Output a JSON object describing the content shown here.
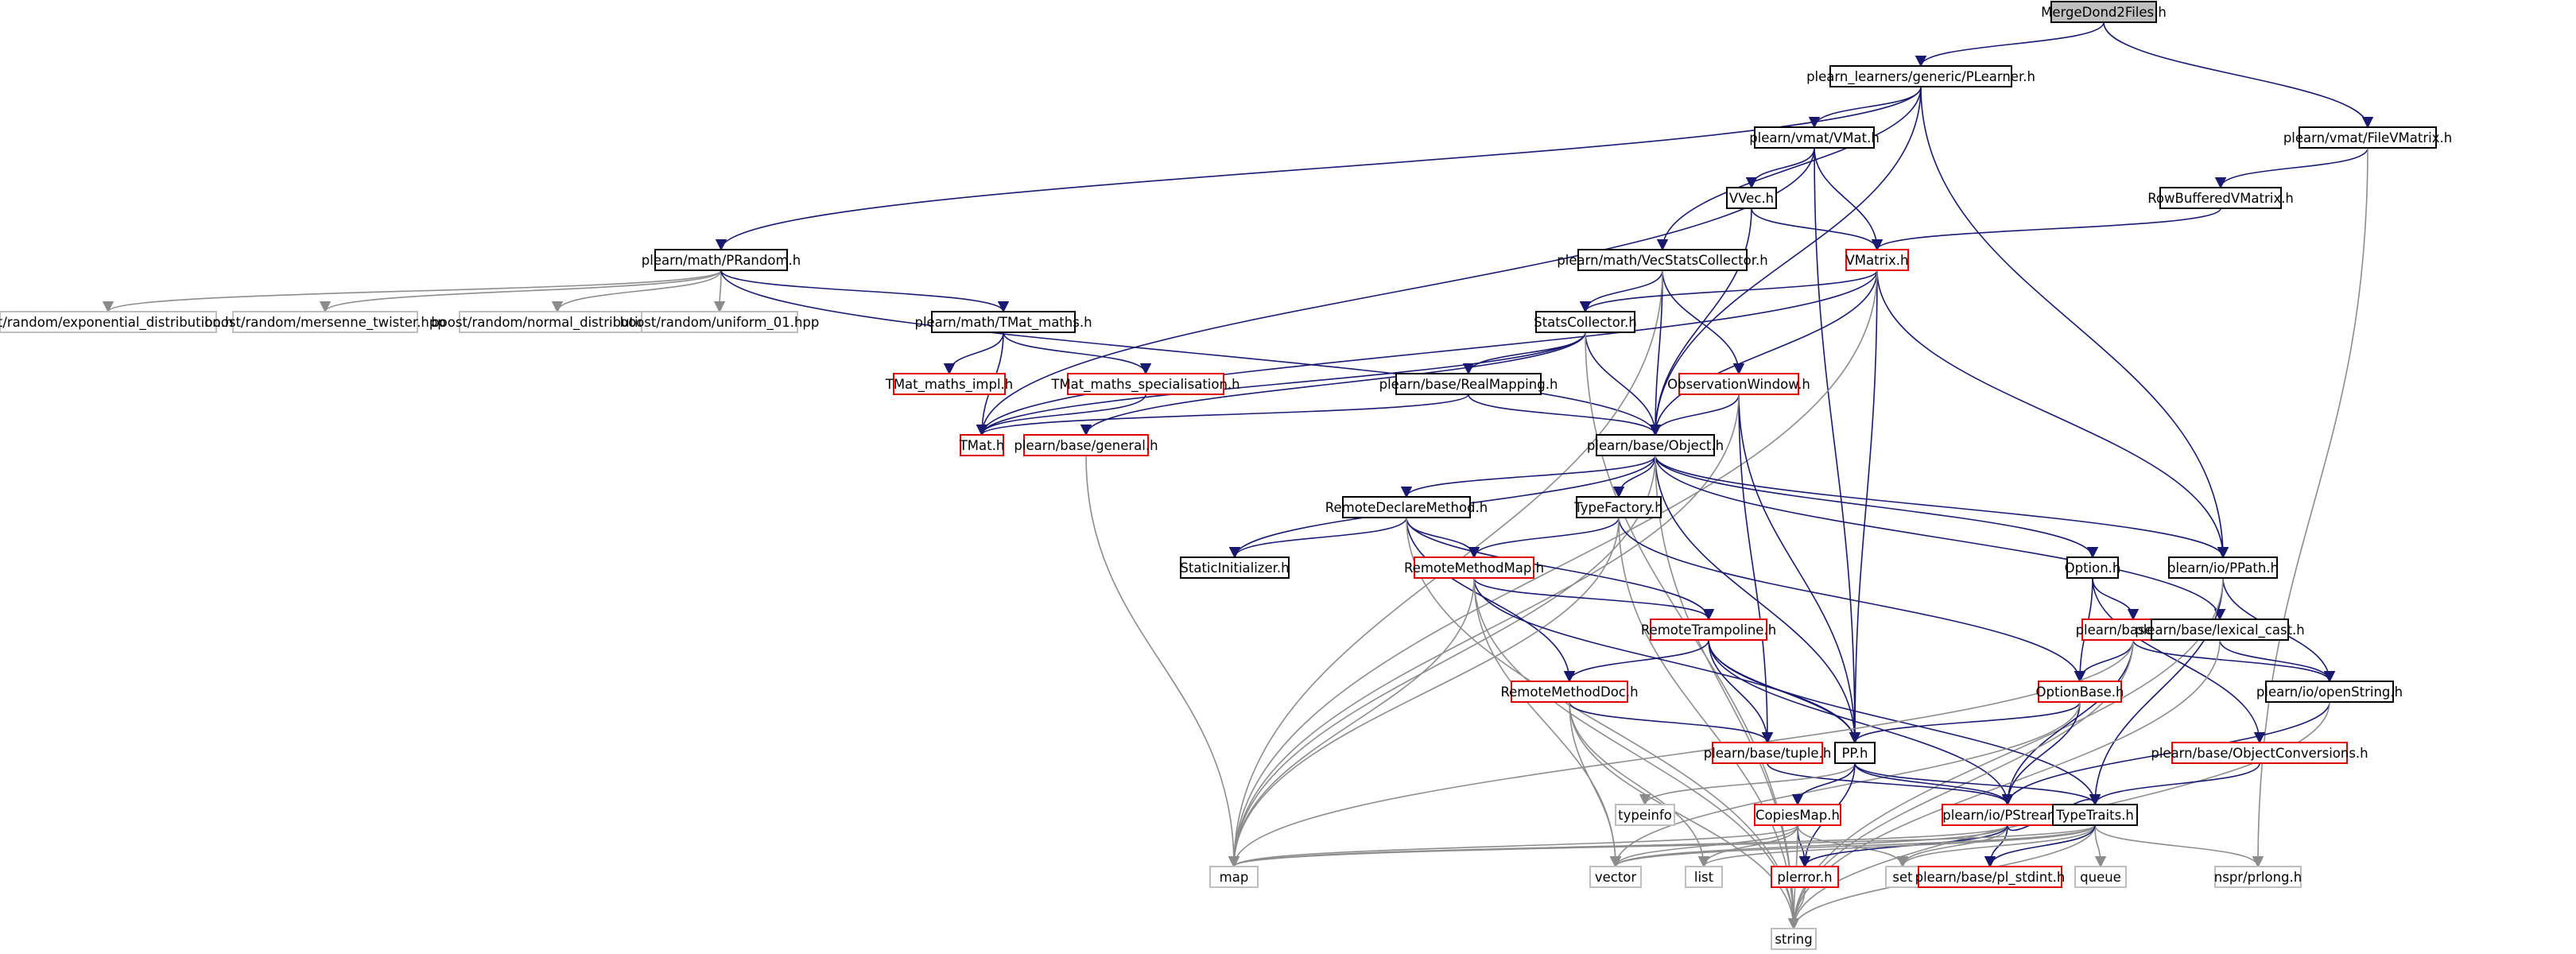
{
  "graph": {
    "colors": {
      "edge": "#191970",
      "edge_std": "#8c8c8c",
      "border_normal": "#000000",
      "border_truncated": "#e00000",
      "border_system": "#bfbfbf",
      "fill_root": "#bfbfbf",
      "fill_default": "#ffffff"
    },
    "nodes": [
      {
        "id": "root",
        "label": "MergeDond2Files.h",
        "kind": "root"
      },
      {
        "id": "plearner",
        "label": "plearn_learners/generic/PLearner.h",
        "kind": "normal"
      },
      {
        "id": "filevmatrix",
        "label": "plearn/vmat/FileVMatrix.h",
        "kind": "normal"
      },
      {
        "id": "vmat",
        "label": "plearn/vmat/VMat.h",
        "kind": "normal"
      },
      {
        "id": "rowbuffered",
        "label": "RowBufferedVMatrix.h",
        "kind": "normal"
      },
      {
        "id": "vvec",
        "label": "VVec.h",
        "kind": "normal"
      },
      {
        "id": "prandom",
        "label": "plearn/math/PRandom.h",
        "kind": "normal"
      },
      {
        "id": "vecstats",
        "label": "plearn/math/VecStatsCollector.h",
        "kind": "normal"
      },
      {
        "id": "vmatrix",
        "label": "VMatrix.h",
        "kind": "truncated"
      },
      {
        "id": "expdist",
        "label": "boost/random/exponential_distribution.hpp",
        "kind": "system"
      },
      {
        "id": "mersenne",
        "label": "boost/random/mersenne_twister.hpp",
        "kind": "system"
      },
      {
        "id": "normaldist",
        "label": "boost/random/normal_distribution.hpp",
        "kind": "system"
      },
      {
        "id": "uniform01",
        "label": "boost/random/uniform_01.hpp",
        "kind": "system"
      },
      {
        "id": "tmatmaths",
        "label": "plearn/math/TMat_maths.h",
        "kind": "normal"
      },
      {
        "id": "statscoll",
        "label": "StatsCollector.h",
        "kind": "normal"
      },
      {
        "id": "tmatimpl",
        "label": "TMat_maths_impl.h",
        "kind": "truncated"
      },
      {
        "id": "tmatspec",
        "label": "TMat_maths_specialisation.h",
        "kind": "truncated"
      },
      {
        "id": "realmapping",
        "label": "plearn/base/RealMapping.h",
        "kind": "normal"
      },
      {
        "id": "obswindow",
        "label": "ObservationWindow.h",
        "kind": "truncated"
      },
      {
        "id": "tmat",
        "label": "TMat.h",
        "kind": "truncated"
      },
      {
        "id": "general",
        "label": "plearn/base/general.h",
        "kind": "truncated"
      },
      {
        "id": "object",
        "label": "plearn/base/Object.h",
        "kind": "normal"
      },
      {
        "id": "remotedecl",
        "label": "RemoteDeclareMethod.h",
        "kind": "normal"
      },
      {
        "id": "typefactory",
        "label": "TypeFactory.h",
        "kind": "normal"
      },
      {
        "id": "staticinit",
        "label": "StaticInitializer.h",
        "kind": "normal"
      },
      {
        "id": "remotemap",
        "label": "RemoteMethodMap.h",
        "kind": "truncated"
      },
      {
        "id": "option",
        "label": "Option.h",
        "kind": "normal"
      },
      {
        "id": "ppath",
        "label": "plearn/io/PPath.h",
        "kind": "normal"
      },
      {
        "id": "remotetramp",
        "label": "RemoteTrampoline.h",
        "kind": "truncated"
      },
      {
        "id": "diff",
        "label": "plearn/base/diff.h",
        "kind": "truncated"
      },
      {
        "id": "lexicalcast",
        "label": "plearn/base/lexical_cast.h",
        "kind": "normal"
      },
      {
        "id": "remotedoc",
        "label": "RemoteMethodDoc.h",
        "kind": "truncated"
      },
      {
        "id": "optionbase",
        "label": "OptionBase.h",
        "kind": "truncated"
      },
      {
        "id": "openstring",
        "label": "plearn/io/openString.h",
        "kind": "normal"
      },
      {
        "id": "tuple",
        "label": "plearn/base/tuple.h",
        "kind": "truncated"
      },
      {
        "id": "pp",
        "label": "PP.h",
        "kind": "normal"
      },
      {
        "id": "objconv",
        "label": "plearn/base/ObjectConversions.h",
        "kind": "truncated"
      },
      {
        "id": "typeinfo",
        "label": "typeinfo",
        "kind": "system"
      },
      {
        "id": "copiesmap",
        "label": "CopiesMap.h",
        "kind": "truncated"
      },
      {
        "id": "pstream",
        "label": "plearn/io/PStream.h",
        "kind": "truncated"
      },
      {
        "id": "typetraits",
        "label": "TypeTraits.h",
        "kind": "normal"
      },
      {
        "id": "map",
        "label": "map",
        "kind": "system"
      },
      {
        "id": "vector",
        "label": "vector",
        "kind": "system"
      },
      {
        "id": "list",
        "label": "list",
        "kind": "system"
      },
      {
        "id": "plerror",
        "label": "plerror.h",
        "kind": "truncated"
      },
      {
        "id": "set",
        "label": "set",
        "kind": "system"
      },
      {
        "id": "plstdint",
        "label": "plearn/base/pl_stdint.h",
        "kind": "truncated"
      },
      {
        "id": "queue",
        "label": "queue",
        "kind": "system"
      },
      {
        "id": "nsprlong",
        "label": "nspr/prlong.h",
        "kind": "system"
      },
      {
        "id": "string",
        "label": "string",
        "kind": "system"
      }
    ],
    "edges": [
      [
        "root",
        "plearner"
      ],
      [
        "root",
        "filevmatrix"
      ],
      [
        "plearner",
        "prandom"
      ],
      [
        "plearner",
        "vmat"
      ],
      [
        "plearner",
        "vecstats"
      ],
      [
        "plearner",
        "object"
      ],
      [
        "plearner",
        "ppath"
      ],
      [
        "filevmatrix",
        "rowbuffered"
      ],
      [
        "filevmatrix",
        "nsprlong"
      ],
      [
        "vmat",
        "vvec"
      ],
      [
        "vmat",
        "vmatrix"
      ],
      [
        "vmat",
        "tmat"
      ],
      [
        "vmat",
        "pp"
      ],
      [
        "rowbuffered",
        "vmatrix"
      ],
      [
        "vvec",
        "vmatrix"
      ],
      [
        "vvec",
        "object"
      ],
      [
        "prandom",
        "expdist"
      ],
      [
        "prandom",
        "mersenne"
      ],
      [
        "prandom",
        "normaldist"
      ],
      [
        "prandom",
        "uniform01"
      ],
      [
        "prandom",
        "tmatmaths"
      ],
      [
        "prandom",
        "object"
      ],
      [
        "vecstats",
        "statscoll"
      ],
      [
        "vecstats",
        "obswindow"
      ],
      [
        "vecstats",
        "object"
      ],
      [
        "vecstats",
        "map"
      ],
      [
        "vmatrix",
        "statscoll"
      ],
      [
        "vmatrix",
        "object"
      ],
      [
        "vmatrix",
        "ppath"
      ],
      [
        "vmatrix",
        "pp"
      ],
      [
        "vmatrix",
        "tmat"
      ],
      [
        "vmatrix",
        "map"
      ],
      [
        "tmatmaths",
        "tmatimpl"
      ],
      [
        "tmatmaths",
        "tmatspec"
      ],
      [
        "tmatmaths",
        "tmat"
      ],
      [
        "statscoll",
        "realmapping"
      ],
      [
        "statscoll",
        "object"
      ],
      [
        "statscoll",
        "tmat"
      ],
      [
        "statscoll",
        "general"
      ],
      [
        "statscoll",
        "string"
      ],
      [
        "tmatspec",
        "tmat"
      ],
      [
        "realmapping",
        "object"
      ],
      [
        "realmapping",
        "tmat"
      ],
      [
        "obswindow",
        "object"
      ],
      [
        "obswindow",
        "tuple"
      ],
      [
        "obswindow",
        "pp"
      ],
      [
        "obswindow",
        "map"
      ],
      [
        "general",
        "map"
      ],
      [
        "object",
        "remotedecl"
      ],
      [
        "object",
        "typefactory"
      ],
      [
        "object",
        "staticinit"
      ],
      [
        "object",
        "option"
      ],
      [
        "object",
        "ppath"
      ],
      [
        "object",
        "pp"
      ],
      [
        "object",
        "lexicalcast"
      ],
      [
        "object",
        "map"
      ],
      [
        "object",
        "string"
      ],
      [
        "remotedecl",
        "staticinit"
      ],
      [
        "remotedecl",
        "remotemap"
      ],
      [
        "remotedecl",
        "remotetramp"
      ],
      [
        "remotedecl",
        "remotedoc"
      ],
      [
        "remotedecl",
        "string"
      ],
      [
        "typefactory",
        "remotemap"
      ],
      [
        "typefactory",
        "optionbase"
      ],
      [
        "typefactory",
        "map"
      ],
      [
        "typefactory",
        "string"
      ],
      [
        "remotemap",
        "remotetramp"
      ],
      [
        "remotemap",
        "pp"
      ],
      [
        "remotemap",
        "map"
      ],
      [
        "remotemap",
        "string"
      ],
      [
        "remotemap",
        "vector"
      ],
      [
        "option",
        "diff"
      ],
      [
        "option",
        "optionbase"
      ],
      [
        "option",
        "objconv"
      ],
      [
        "ppath",
        "openstring"
      ],
      [
        "ppath",
        "typetraits"
      ],
      [
        "ppath",
        "string"
      ],
      [
        "remotetramp",
        "remotedoc"
      ],
      [
        "remotetramp",
        "tuple"
      ],
      [
        "remotetramp",
        "pp"
      ],
      [
        "remotetramp",
        "pstream"
      ],
      [
        "remotetramp",
        "typetraits"
      ],
      [
        "diff",
        "optionbase"
      ],
      [
        "diff",
        "openstring"
      ],
      [
        "diff",
        "pstream"
      ],
      [
        "diff",
        "map"
      ],
      [
        "diff",
        "string"
      ],
      [
        "lexicalcast",
        "openstring"
      ],
      [
        "lexicalcast",
        "string"
      ],
      [
        "remotedoc",
        "tuple"
      ],
      [
        "remotedoc",
        "vector"
      ],
      [
        "remotedoc",
        "list"
      ],
      [
        "remotedoc",
        "string"
      ],
      [
        "optionbase",
        "pp"
      ],
      [
        "optionbase",
        "pstream"
      ],
      [
        "optionbase",
        "vector"
      ],
      [
        "openstring",
        "pstream"
      ],
      [
        "openstring",
        "string"
      ],
      [
        "tuple",
        "pstream"
      ],
      [
        "pp",
        "typeinfo"
      ],
      [
        "pp",
        "copiesmap"
      ],
      [
        "pp",
        "typetraits"
      ],
      [
        "pp",
        "plerror"
      ],
      [
        "pp",
        "pstream"
      ],
      [
        "objconv",
        "typetraits"
      ],
      [
        "copiesmap",
        "map"
      ],
      [
        "copiesmap",
        "vector"
      ],
      [
        "copiesmap",
        "list"
      ],
      [
        "copiesmap",
        "set"
      ],
      [
        "copiesmap",
        "plerror"
      ],
      [
        "copiesmap",
        "string"
      ],
      [
        "pstream",
        "typetraits"
      ],
      [
        "pstream",
        "plstdint"
      ],
      [
        "pstream",
        "set"
      ],
      [
        "pstream",
        "map"
      ],
      [
        "pstream",
        "vector"
      ],
      [
        "pstream",
        "plerror"
      ],
      [
        "typetraits",
        "map"
      ],
      [
        "typetraits",
        "vector"
      ],
      [
        "typetraits",
        "list"
      ],
      [
        "typetraits",
        "set"
      ],
      [
        "typetraits",
        "queue"
      ],
      [
        "typetraits",
        "nsprlong"
      ],
      [
        "typetraits",
        "string"
      ],
      [
        "typetraits",
        "plstdint"
      ],
      [
        "plerror",
        "string"
      ]
    ]
  }
}
